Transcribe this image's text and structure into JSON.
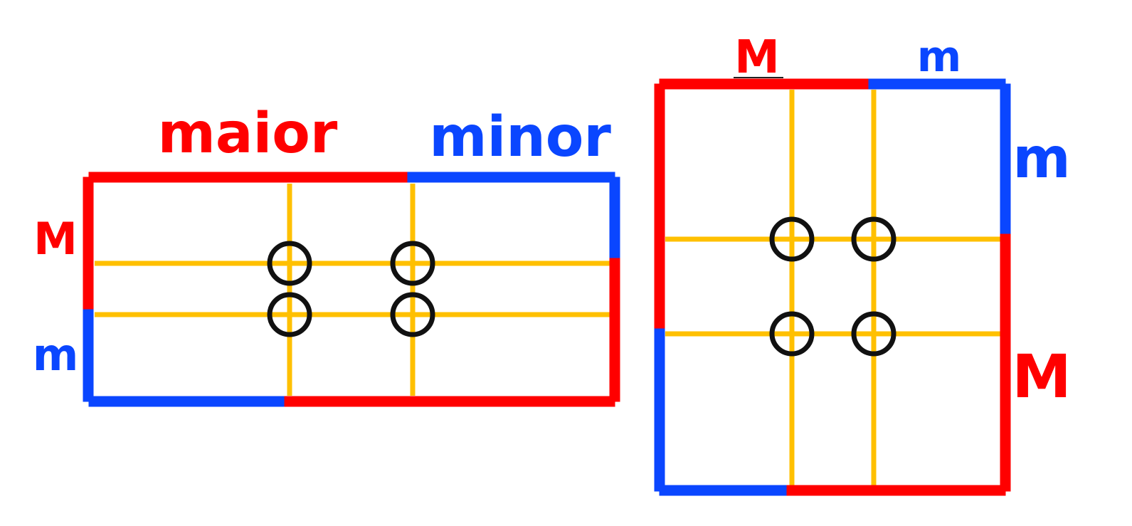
{
  "colors": {
    "major": "#ff0000",
    "minor": "#0a46ff",
    "guide": "#ffc000",
    "point": "#111111",
    "background": "#ffffff"
  },
  "landscape": {
    "top_major_label": "maior",
    "top_minor_label": "minor",
    "left_major_label": "M",
    "left_minor_label": "m"
  },
  "portrait": {
    "top_major_label": "M",
    "top_minor_label": "m",
    "right_minor_label": "m",
    "right_major_label": "M"
  }
}
